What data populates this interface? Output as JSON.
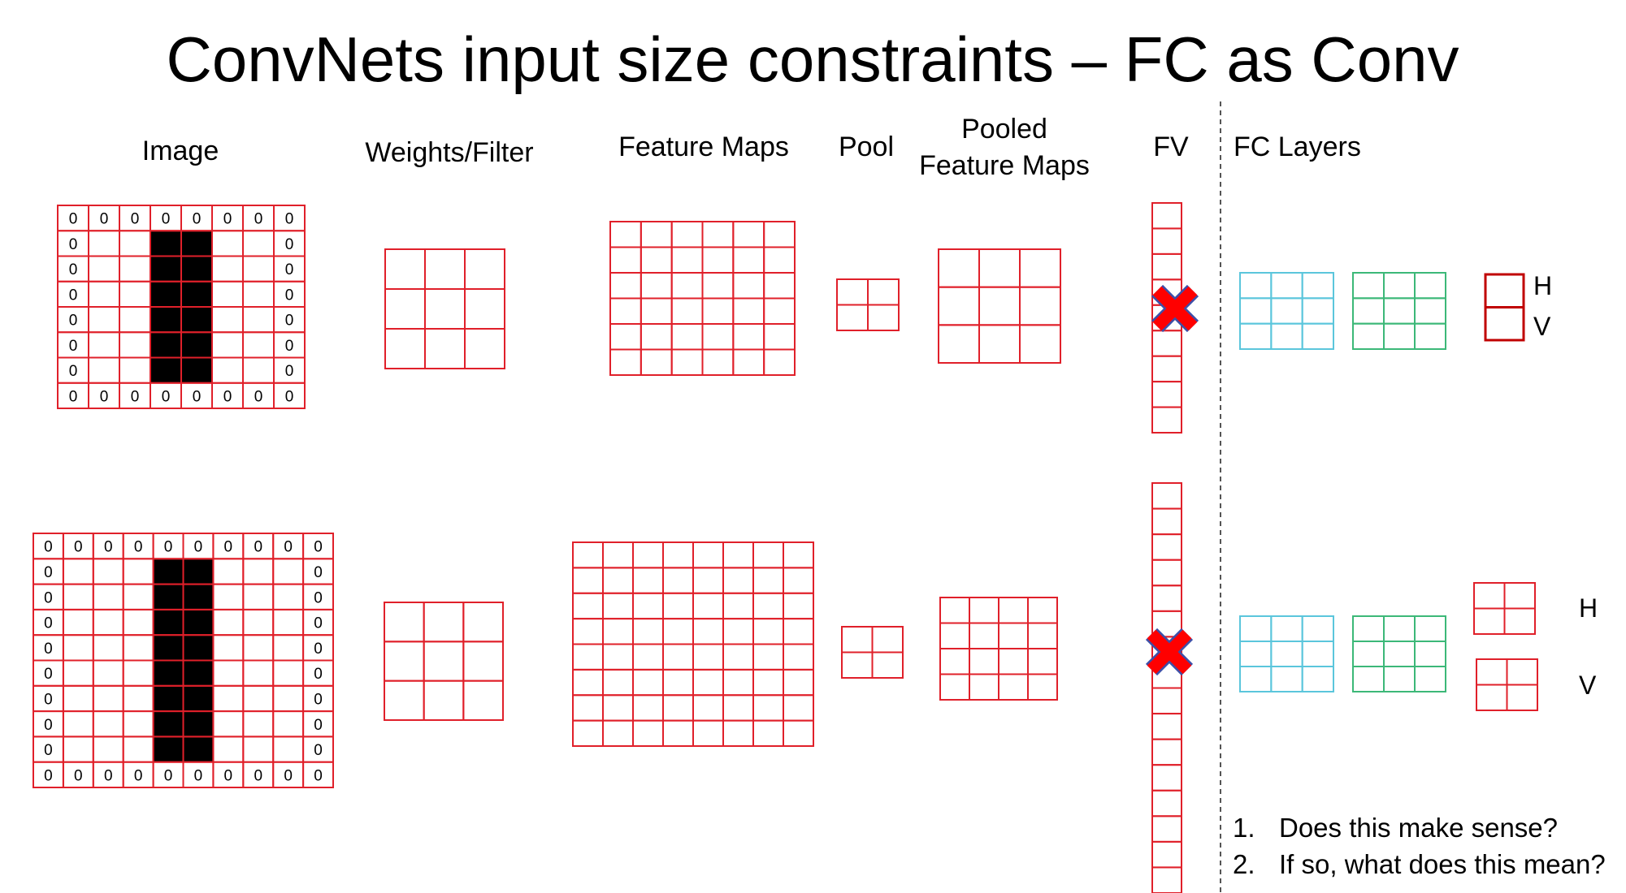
{
  "slide": {
    "title": "ConvNets input size constraints – FC as Conv",
    "headers": {
      "image": "Image",
      "weights": "Weights/Filter",
      "feature_maps": "Feature Maps",
      "pool": "Pool",
      "pooled_line1": "Pooled",
      "pooled_line2": "Feature Maps",
      "fv": "FV",
      "fc_layers": "FC Layers"
    },
    "outputs": {
      "h": "H",
      "v": "V"
    },
    "questions": [
      {
        "num": "1.",
        "text": "Does this make sense?"
      },
      {
        "num": "2.",
        "text": "If so, what does this mean?"
      }
    ],
    "zero_char": "0"
  },
  "colors": {
    "grid_red": "#e0202a",
    "cyan": "#5bc6dc",
    "green": "#3cb878",
    "dark_red": "#c00000",
    "cross_red": "#ff0000",
    "cross_outline": "#3d4fa8",
    "black": "#000000",
    "divider": "#555555"
  },
  "diagram": {
    "rows": [
      {
        "image_grid": {
          "cols": 8,
          "rows": 8,
          "black_cols": [
            3,
            4
          ],
          "black_rows_from": 1,
          "black_rows_to": 6
        },
        "filter_grid": {
          "cols": 3,
          "rows": 3
        },
        "feature_map_grid": {
          "cols": 6,
          "rows": 6
        },
        "pool_grid": {
          "cols": 2,
          "rows": 2
        },
        "pooled_grid": {
          "cols": 3,
          "rows": 3
        },
        "fv_cells": 9,
        "fc_cyan": {
          "cols": 3,
          "rows": 3
        },
        "fc_green": {
          "cols": 3,
          "rows": 3
        },
        "output_cells": 2
      },
      {
        "image_grid": {
          "cols": 10,
          "rows": 10,
          "black_cols": [
            4,
            5
          ],
          "black_rows_from": 1,
          "black_rows_to": 8
        },
        "filter_grid": {
          "cols": 3,
          "rows": 3
        },
        "feature_map_grid": {
          "cols": 8,
          "rows": 8
        },
        "pool_grid": {
          "cols": 2,
          "rows": 2
        },
        "pooled_grid": {
          "cols": 4,
          "rows": 4
        },
        "fv_cells": 16,
        "fc_cyan": {
          "cols": 3,
          "rows": 3
        },
        "fc_green": {
          "cols": 3,
          "rows": 3
        },
        "output_grids": {
          "cols": 2,
          "rows": 2,
          "count": 2
        }
      }
    ]
  }
}
